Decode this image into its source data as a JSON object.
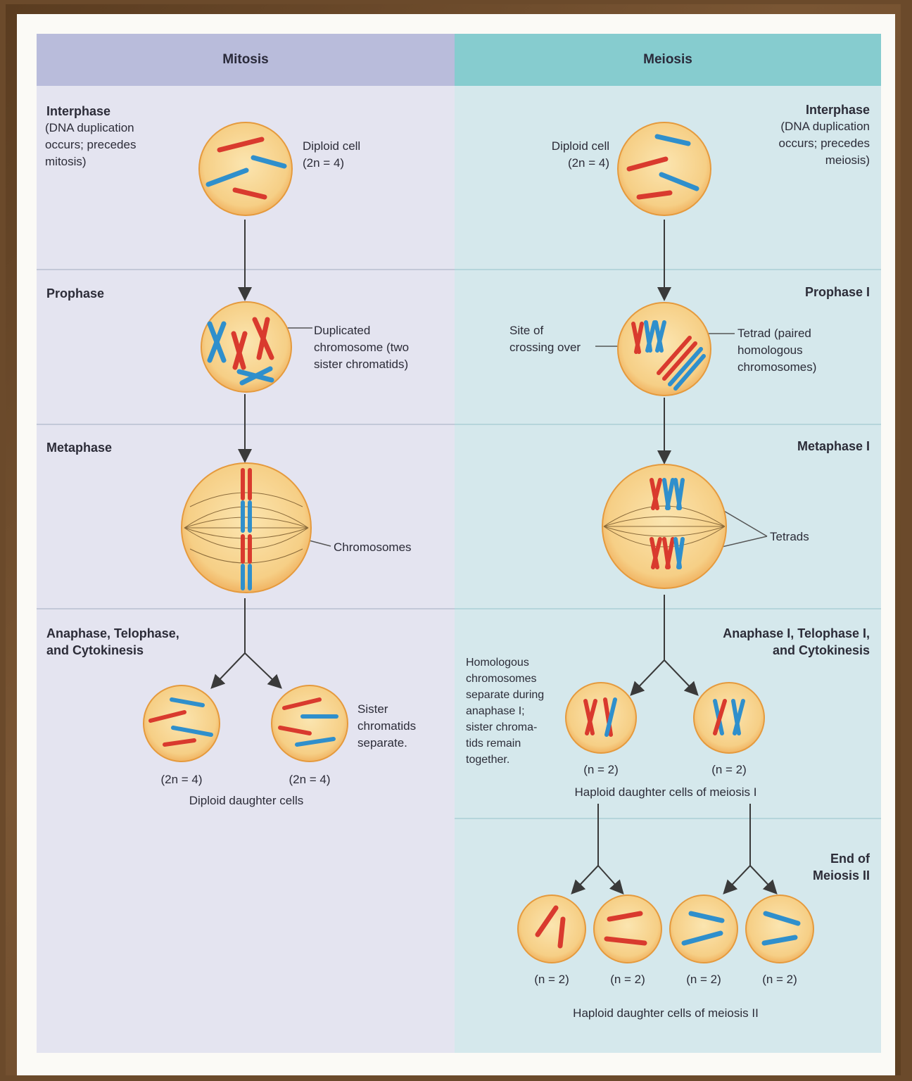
{
  "headers": {
    "mitosis": "Mitosis",
    "meiosis": "Meiosis"
  },
  "mitosis": {
    "interphase": {
      "stage": "Interphase",
      "note": "(DNA duplication\noccurs; precedes\nmitosis)",
      "cell_label": "Diploid cell\n(2n = 4)"
    },
    "prophase": {
      "stage": "Prophase",
      "label": "Duplicated\nchromosome (two\nsister chromatids)"
    },
    "metaphase": {
      "stage": "Metaphase",
      "label": "Chromosomes"
    },
    "anaphase": {
      "stage": "Anaphase, Telophase,\nand Cytokinesis",
      "label": "Sister\nchromatids\nseparate.",
      "ploidy_a": "(2n = 4)",
      "ploidy_b": "(2n = 4)",
      "daughters": "Diploid daughter cells"
    }
  },
  "meiosis": {
    "interphase": {
      "stage": "Interphase",
      "note": "(DNA duplication\noccurs; precedes\nmeiosis)",
      "cell_label": "Diploid cell\n(2n = 4)"
    },
    "prophase": {
      "stage": "Prophase I",
      "left_label": "Site of\ncrossing over",
      "right_label": "Tetrad (paired\nhomologous\nchromosomes)"
    },
    "metaphase": {
      "stage": "Metaphase I",
      "label": "Tetrads"
    },
    "anaphase": {
      "stage": "Anaphase I, Telophase I,\nand Cytokinesis",
      "note": "Homologous\nchromosomes\nseparate during\nanaphase I;\nsister chroma-\ntids remain\ntogether.",
      "ploidy_a": "(n = 2)",
      "ploidy_b": "(n = 2)",
      "daughters": "Haploid daughter cells of meiosis I"
    },
    "end": {
      "stage": "End of\nMeiosis II",
      "ploidy": [
        "(n = 2)",
        "(n = 2)",
        "(n = 2)",
        "(n = 2)"
      ],
      "daughters": "Haploid daughter cells of meiosis II"
    }
  },
  "colors": {
    "cell": "#f8d896",
    "cell_edge": "#e59a3d",
    "red": "#d93a2e",
    "blue": "#2f8fcc",
    "arrow": "#3a3a3a"
  }
}
